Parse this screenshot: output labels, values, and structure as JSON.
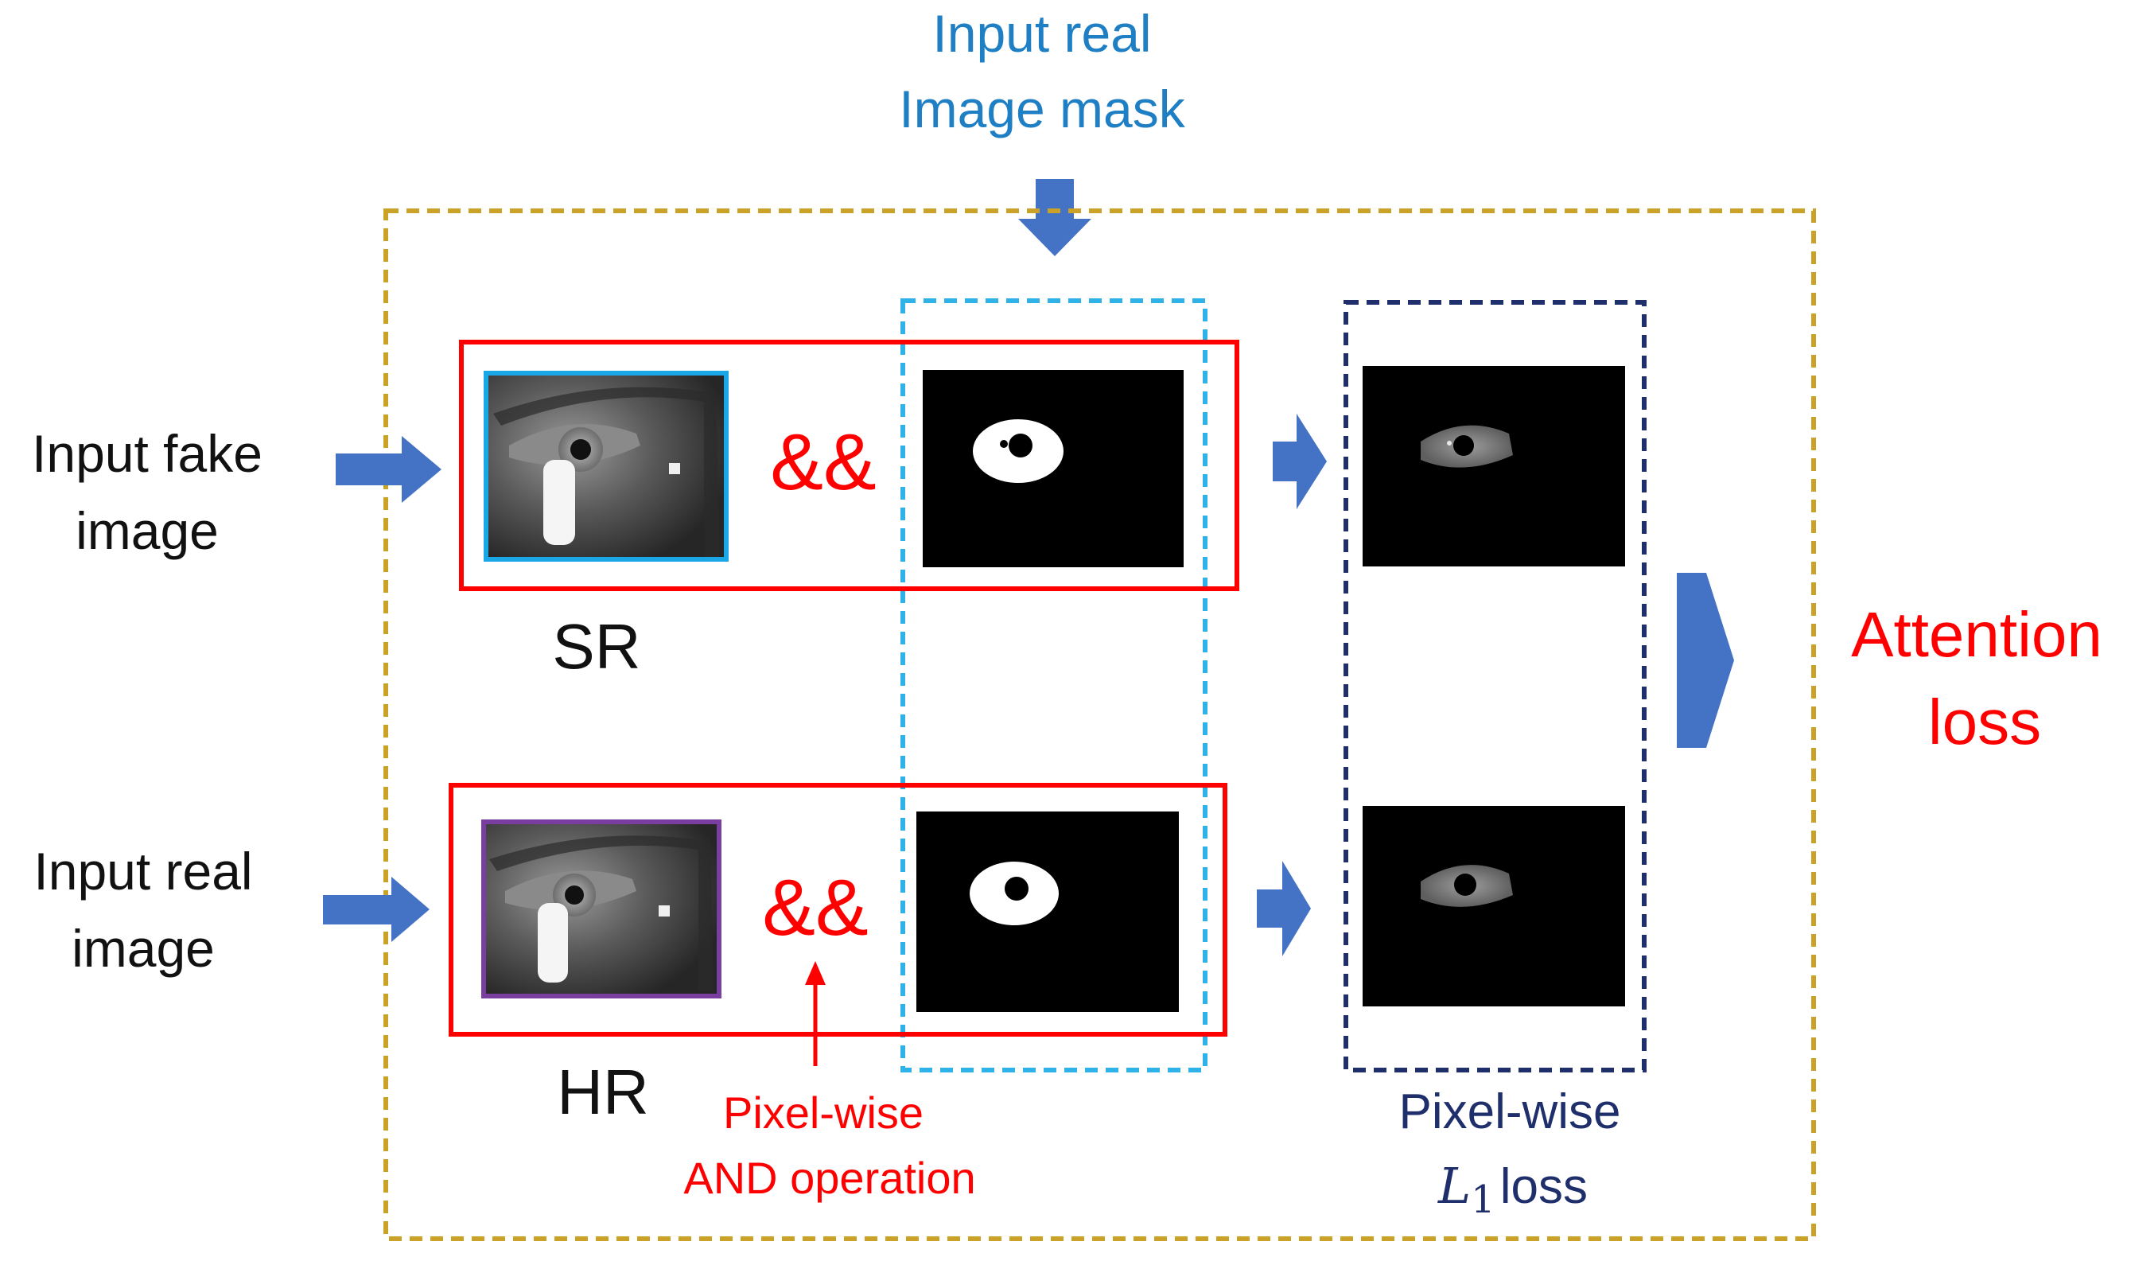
{
  "labels": {
    "top_mask_line1": "Input real",
    "top_mask_line2": "Image mask",
    "fake_input_line1": "Input fake",
    "fake_input_line2": "image",
    "real_input_line1": "Input real",
    "real_input_line2": "image",
    "sr_label": "SR",
    "hr_label": "HR",
    "and_symbol_top": "&&",
    "and_symbol_bottom": "&&",
    "and_note_line1": "Pixel-wise",
    "and_note_line2": "AND operation",
    "l1_line1": "Pixel-wise",
    "l1_symbol": "L",
    "l1_subscript": "1",
    "l1_suffix": "loss",
    "output_line1": "Attention",
    "output_line2": "loss"
  },
  "colors": {
    "arrow_blue": "#4472c4",
    "outer_box": "#c9a227",
    "mask_box": "#2eb2e8",
    "l1_box": "#1f2f6b",
    "pair_box": "#ff0000",
    "sr_frame": "#1aa7e8",
    "hr_frame": "#7a3ea0",
    "top_label": "#1f7fc4",
    "and_red": "#ff0000",
    "l1_label": "#1f2f6b"
  },
  "icons": {
    "arrow": "block-arrow-icon",
    "eye_image": "eye-photo-icon",
    "mask_image": "iris-mask-icon",
    "masked_eye": "masked-iris-icon"
  }
}
